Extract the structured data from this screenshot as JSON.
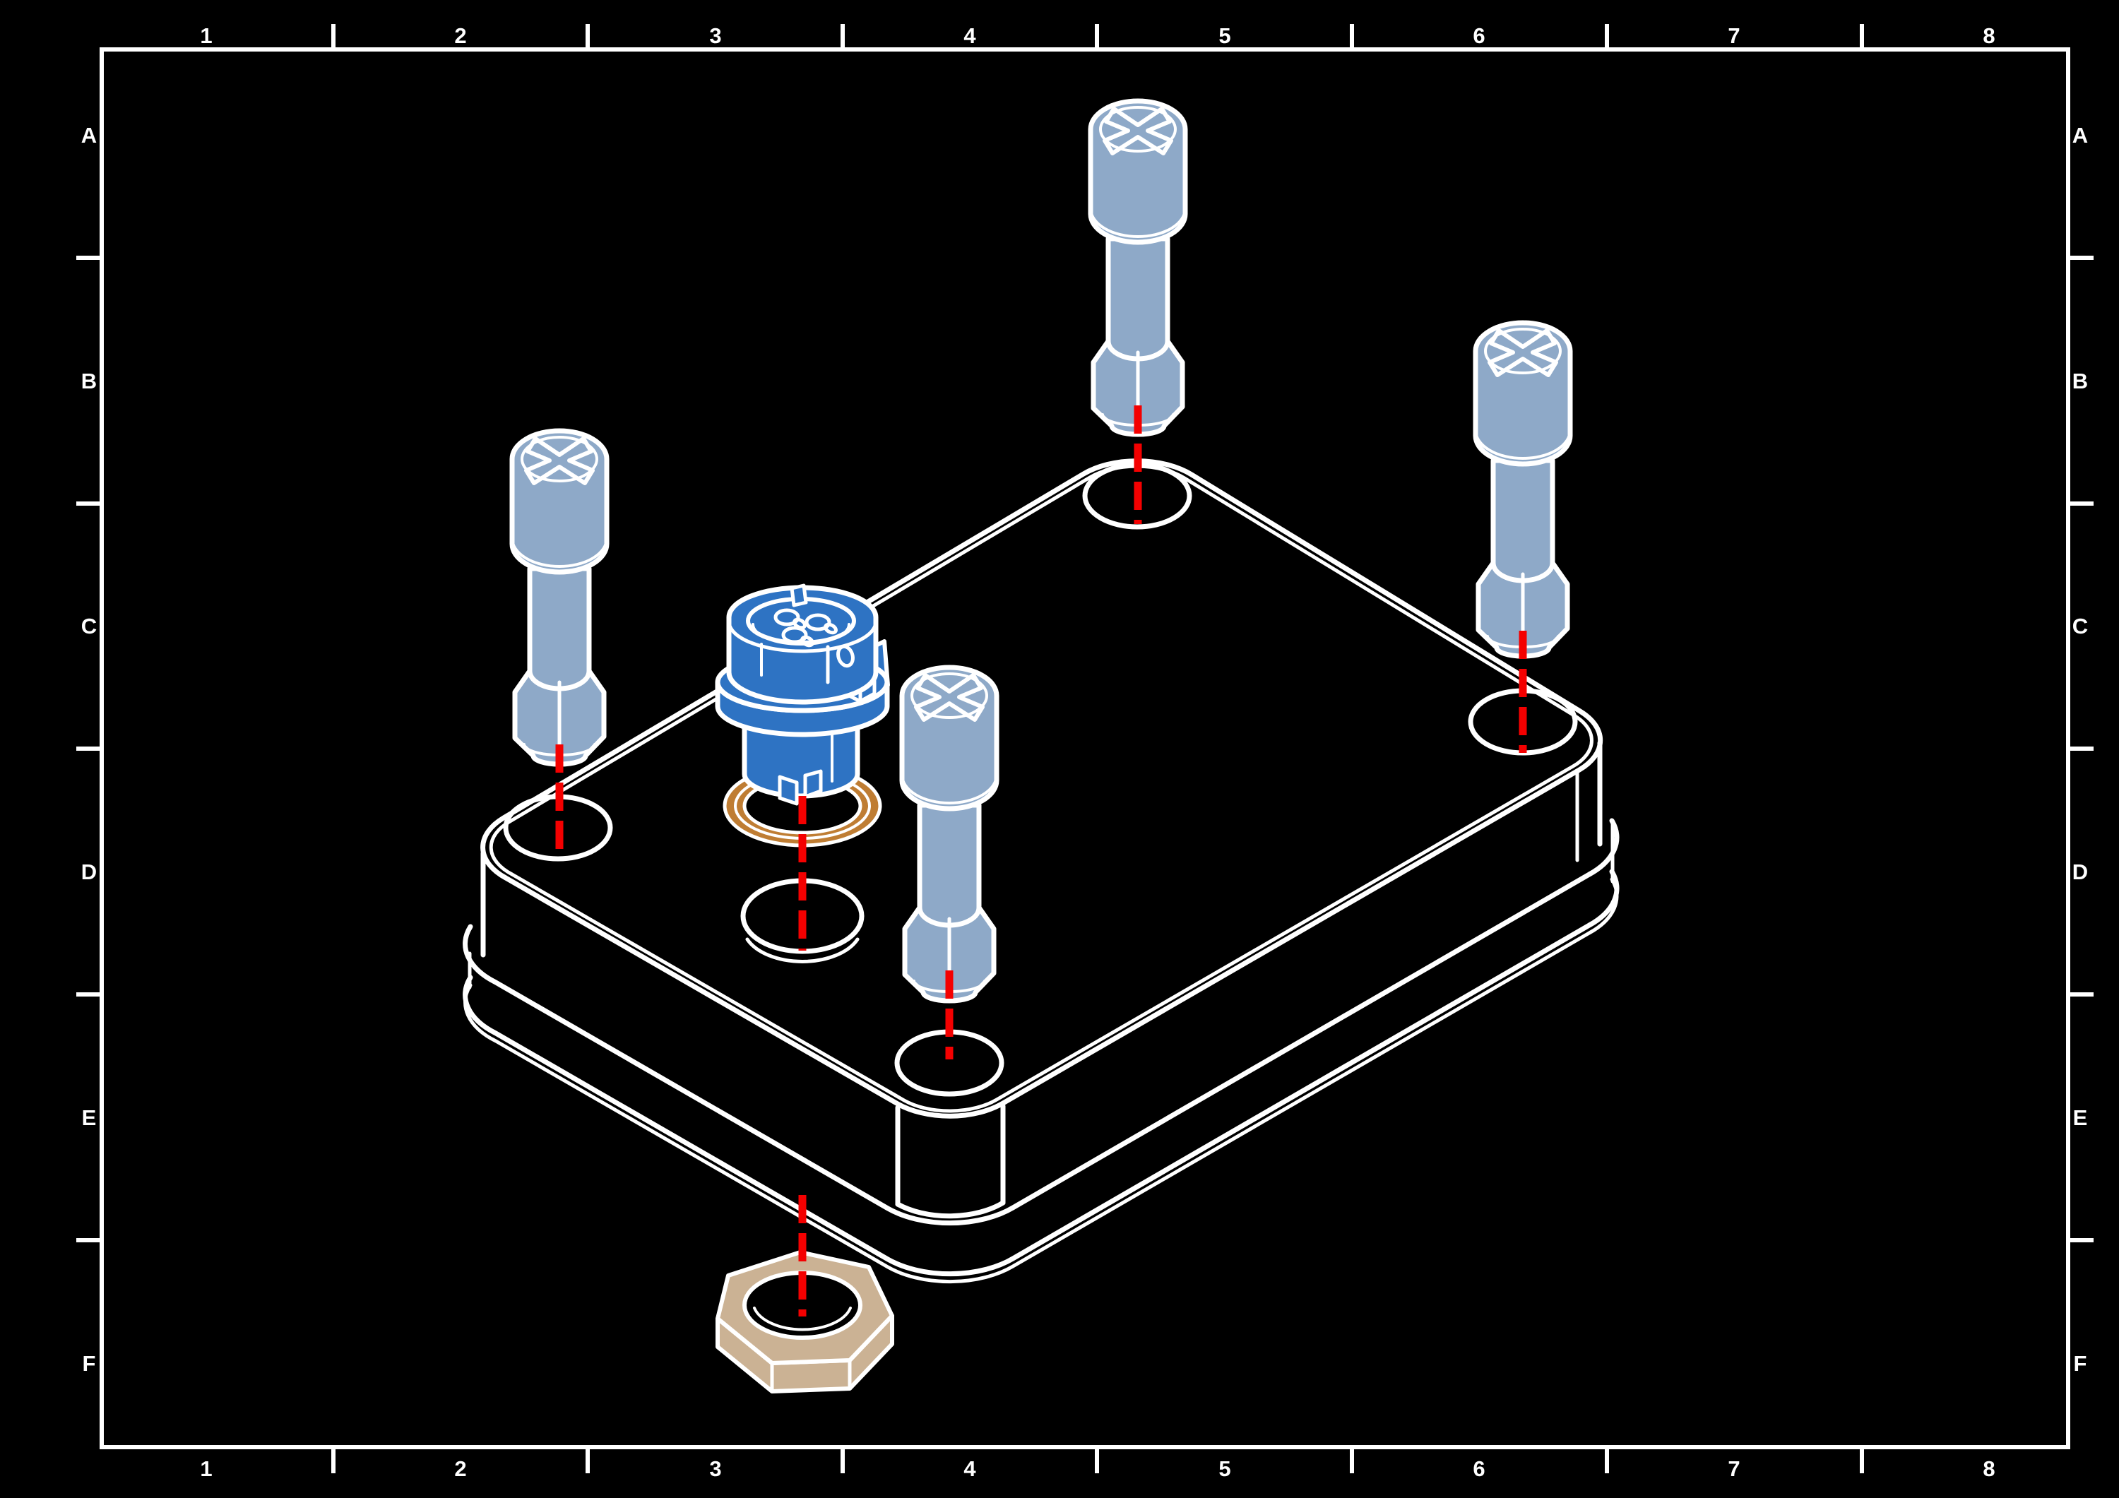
{
  "sheet": {
    "column_labels": [
      "1",
      "2",
      "3",
      "4",
      "5",
      "6",
      "7",
      "8"
    ],
    "row_labels": [
      "A",
      "B",
      "C",
      "D",
      "E",
      "F"
    ]
  },
  "colors": {
    "background": "#000000",
    "frame_line": "#ffffff",
    "part_line": "#ffffff",
    "screw_fill": "#8ea9c8",
    "connector_fill": "#2e73c3",
    "oring_fill": "#bf7d33",
    "nut_fill": "#cbb294",
    "centerline": "#f40000"
  },
  "components": {
    "screw": "phillips-head-screw",
    "connector": "circular-panel-connector",
    "oring": "o-ring-seal",
    "nut": "panel-hex-nut",
    "plate": "base-plate"
  }
}
